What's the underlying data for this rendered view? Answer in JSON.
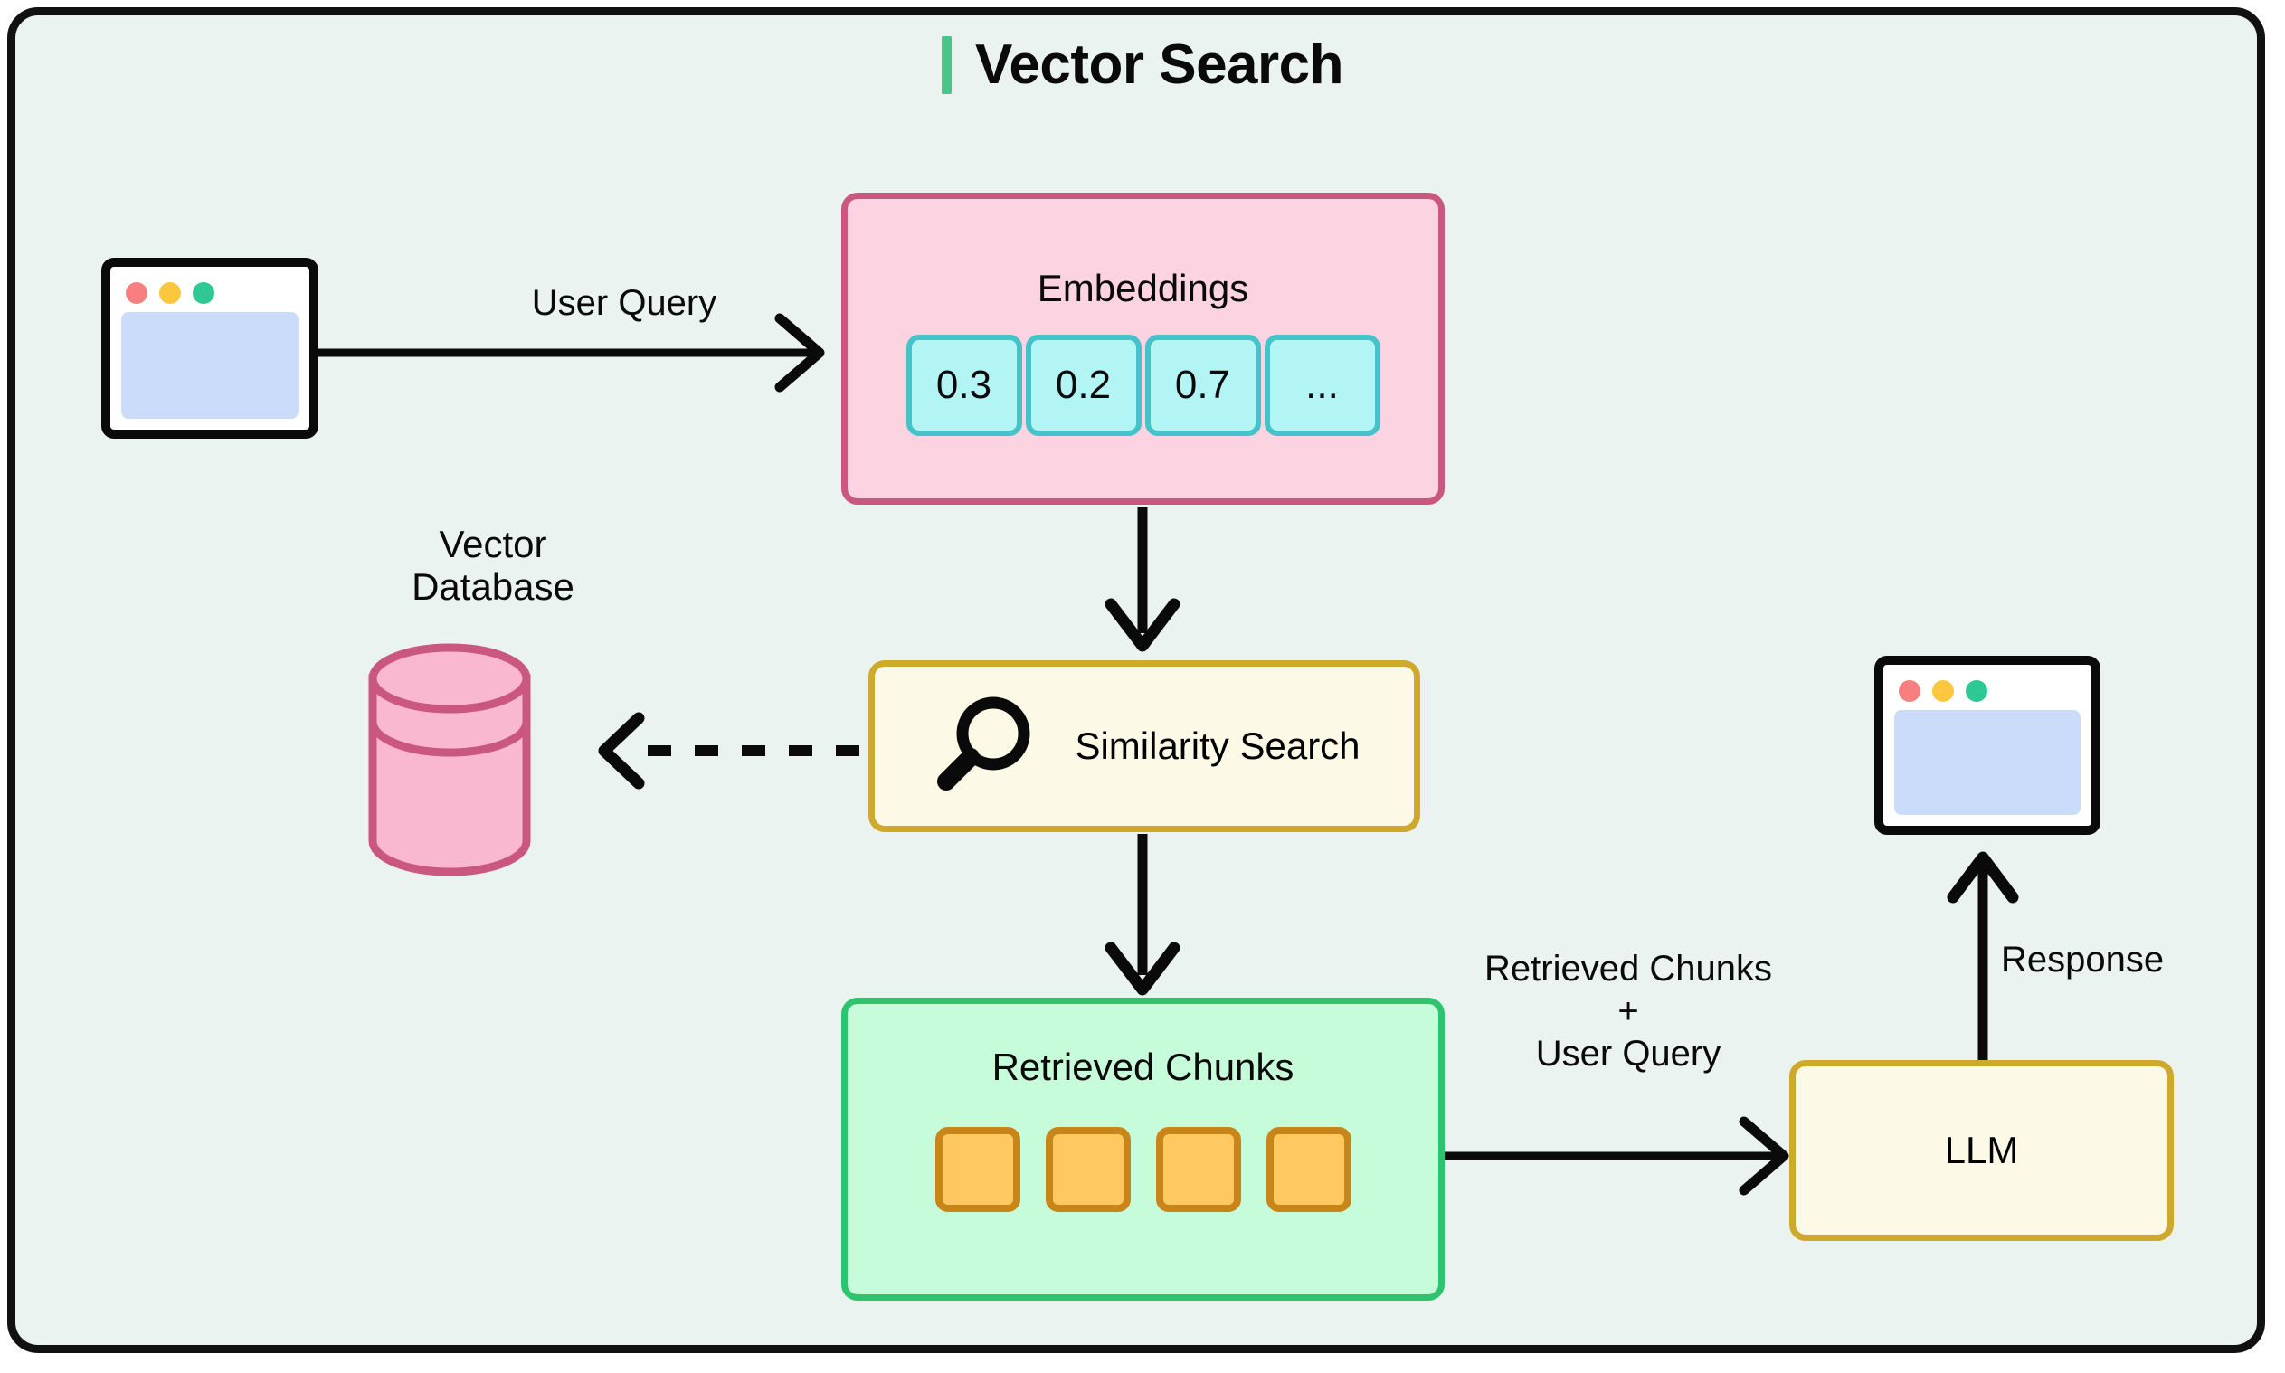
{
  "diagram": {
    "title": "Vector Search",
    "accent_color": "#4cc38a",
    "canvas_background": "#eaf3f0",
    "canvas_border_color": "#111111"
  },
  "nodes": {
    "user_browser": {
      "name": "user-browser-window",
      "dots": [
        "red",
        "yellow",
        "green"
      ],
      "screen_color": "#cbdcfa"
    },
    "embeddings": {
      "label": "Embeddings",
      "fill": "#fcd3e1",
      "stroke": "#c9577f",
      "cells": [
        "0.3",
        "0.2",
        "0.7",
        "..."
      ],
      "cell_fill": "#b3f5f5",
      "cell_stroke": "#45c3c9"
    },
    "vector_database": {
      "label": "Vector\nDatabase",
      "fill": "#f9b8d0",
      "stroke": "#c9577f"
    },
    "similarity_search": {
      "label": "Similarity\nSearch",
      "icon": "magnifier-icon",
      "fill": "#fcfae6",
      "stroke": "#cfa92c"
    },
    "retrieved_chunks": {
      "label": "Retrieved Chunks",
      "fill": "#c6fcd9",
      "stroke": "#2ec46e",
      "chunk_count": 4,
      "chunk_fill": "#ffc861",
      "chunk_stroke": "#c8861a"
    },
    "llm": {
      "label": "LLM",
      "fill": "#fcfae6",
      "stroke": "#cfa92c"
    },
    "response_browser": {
      "name": "response-browser-window",
      "dots": [
        "red",
        "yellow",
        "green"
      ],
      "screen_color": "#cbdcfa"
    }
  },
  "edges": {
    "user_query": {
      "label": "User Query",
      "style": "solid"
    },
    "embed_to_search": {
      "label": "",
      "style": "solid"
    },
    "search_to_db": {
      "label": "",
      "style": "dashed"
    },
    "search_to_chunks": {
      "label": "",
      "style": "solid"
    },
    "chunks_to_llm": {
      "label": "Retrieved Chunks\n+\nUser Query",
      "style": "solid"
    },
    "llm_to_browser": {
      "label": "Response",
      "style": "solid"
    }
  }
}
